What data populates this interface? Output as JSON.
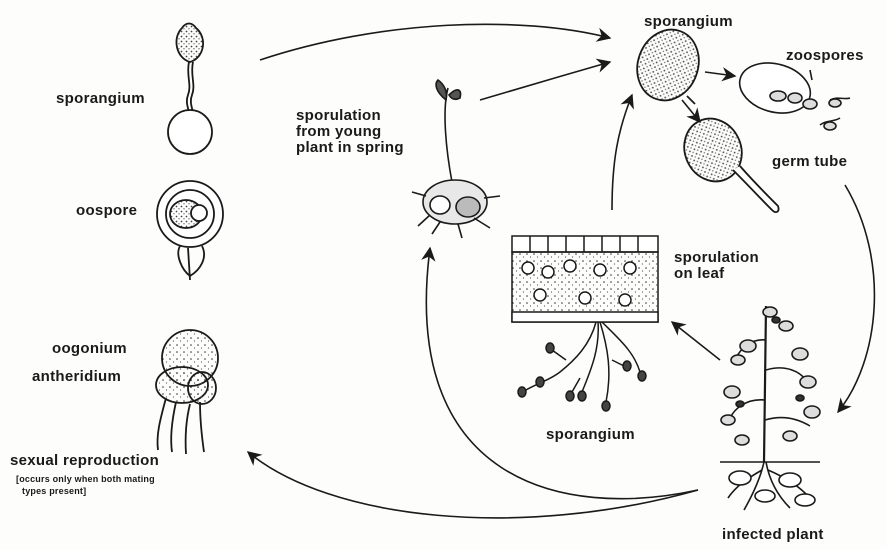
{
  "labels": {
    "sporangium_left": "sporangium",
    "oospore": "oospore",
    "oogonium": "oogonium",
    "antheridium": "antheridium",
    "sexual_reproduction": "sexual reproduction",
    "sexual_note_line1": "[occurs only when both mating",
    "sexual_note_line2": "types present]",
    "sporulation_young_line1": "sporulation",
    "sporulation_young_line2": "from  young",
    "sporulation_young_line3": "plant in spring",
    "sporangium_top": "sporangium",
    "zoospores": "zoospores",
    "germ_tube": "germ tube",
    "sporulation_leaf_line1": "sporulation",
    "sporulation_leaf_line2": "on leaf",
    "sporangium_bottom": "sporangium",
    "infected_plant": "infected  plant"
  },
  "colors": {
    "ink": "#1a1a1a",
    "paper": "#fdfdfb"
  }
}
